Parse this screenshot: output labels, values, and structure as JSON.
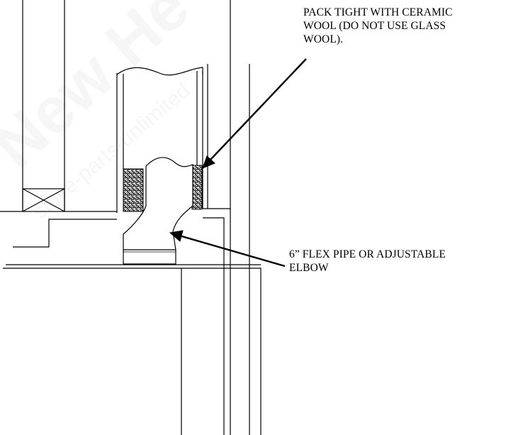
{
  "diagram": {
    "callouts": [
      {
        "id": "packing",
        "text": "PACK  TIGHT WITH CERAMIC\nWOOL (DO NOT USE GLASS\nWOOL)."
      },
      {
        "id": "flex-pipe",
        "text": "6” FLEX PIPE OR ADJUSTABLE\nELBOW"
      }
    ],
    "watermarks": {
      "large": "New He",
      "small": "stove-parts-unlimited"
    },
    "colors": {
      "line": "#000000",
      "background": "#ffffff",
      "packing": "#222222"
    }
  }
}
